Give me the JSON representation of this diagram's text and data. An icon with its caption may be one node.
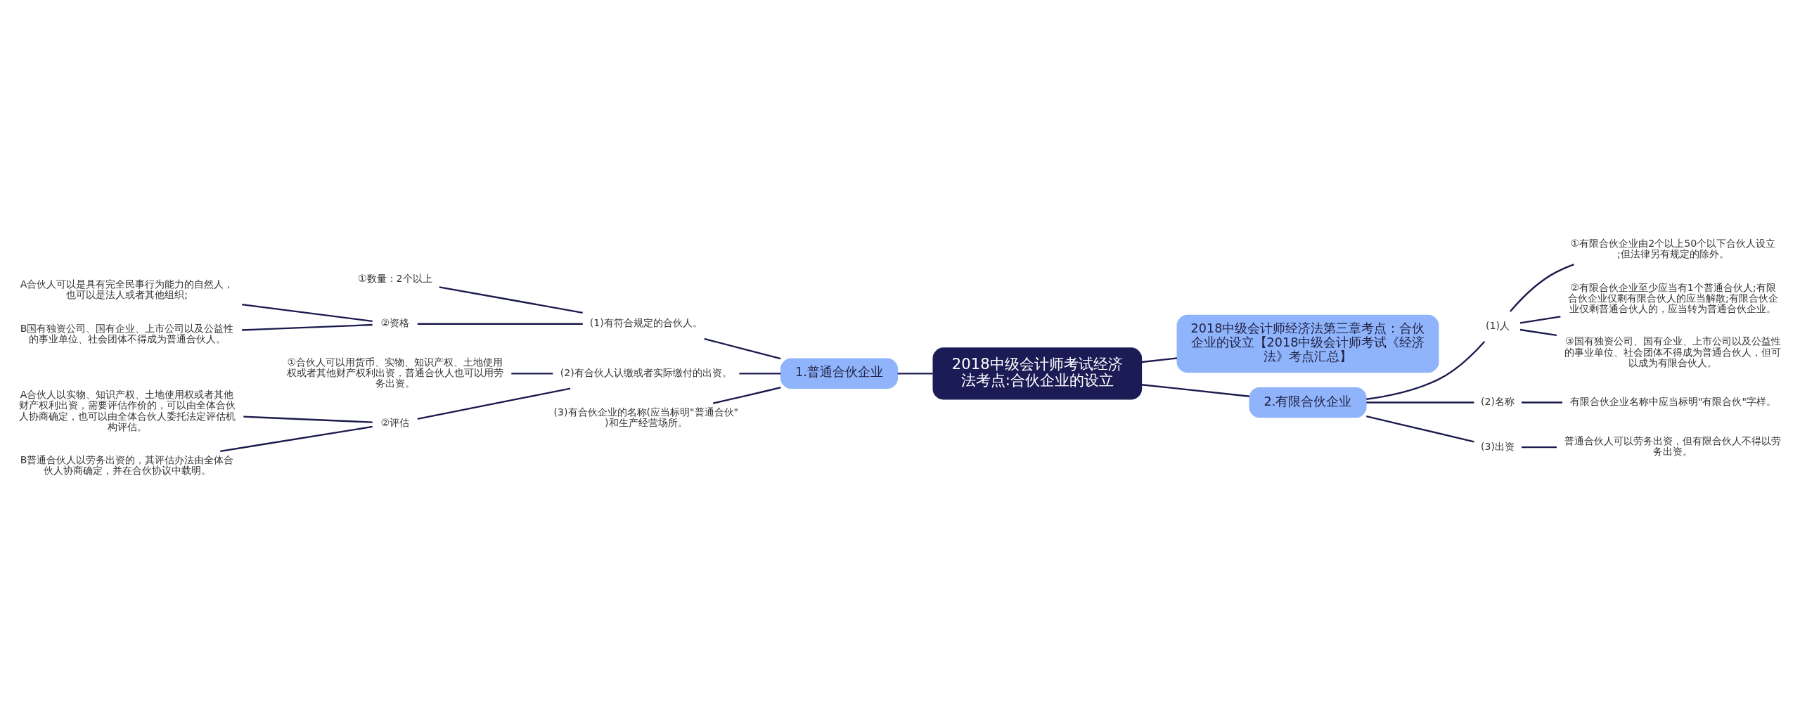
{
  "diagram": {
    "nodes": [
      {
        "text": [
          "2018中级会计师考试经济法考点:合伙企业的设立"
        ]
      },
      {
        "text": [
          "1.普通合伙企业"
        ]
      },
      {
        "text": [
          "(1)有符合规定的合伙人。"
        ]
      },
      {
        "text": [
          "①数量：2个以上"
        ]
      },
      {
        "text": [
          "②资格"
        ]
      },
      {
        "text": [
          "A合伙人可以是具有完全民事行为能力的自然人，也可以是法人或者其他组织;"
        ]
      },
      {
        "text": [
          "B国有独资公司、国有企业、上市公司以及公益性的事业单位、社会团体不得成为普通合伙人。"
        ]
      },
      {
        "text": [
          "(2)有合伙人认缴或者实际缴付的出资。"
        ]
      },
      {
        "text": [
          "①合伙人可以用货币、实物、知识产权、土地使用权或者其他财产权利出资，普通合伙人也可以用劳务出资。"
        ]
      },
      {
        "text": [
          "②评估"
        ]
      },
      {
        "text": [
          "A合伙人以实物、知识产权、土地使用权或者其他财产权利出资，需要评估作价的，可以由全体合伙人协商确定，也可以由全体合伙人委托法定评估机构评估。"
        ]
      },
      {
        "text": [
          "B普通合伙人以劳务出资的，其评估办法由全体合伙人协商确定，并在合伙协议中载明。"
        ]
      },
      {
        "text": [
          "(3)有合伙企业的名称(应当标明\"普通合伙\")和生产经营场所。"
        ]
      },
      {
        "text": [
          "2018中级会计师经济法第三章考点：合伙企业的设立【2018中级会计师考试《经济法》考点汇总】"
        ]
      },
      {
        "text": [
          "2.有限合伙企业"
        ]
      },
      {
        "text": [
          "(1)人"
        ]
      },
      {
        "text": [
          "①有限合伙企业由2个以上50个以下合伙人设立;但法律另有规定的除外。"
        ]
      },
      {
        "text": [
          "②有限合伙企业至少应当有1个普通合伙人;有限合伙企业仅剩有限合伙人的应当解散;有限合伙企业仅剩普通合伙人的，应当转为普通合伙企业。"
        ]
      },
      {
        "text": [
          "③国有独资公司、国有企业、上市公司以及公益性的事业单位、社会团体不得成为普通合伙人，但可以成为有限合伙人。"
        ]
      },
      {
        "text": [
          "(2)名称"
        ]
      },
      {
        "text": [
          "有限合伙企业名称中应当标明\"有限合伙\"字样。"
        ]
      },
      {
        "text": [
          "(3)出资"
        ]
      },
      {
        "text": [
          "普通合伙人可以劳务出资，但有限合伙人不得以劳务出资。"
        ]
      }
    ],
    "edges": [
      {
        "from": 0,
        "to": 1,
        "arrow": "none"
      },
      {
        "from": 1,
        "to": 2,
        "arrow": "none"
      },
      {
        "from": 2,
        "to": 3,
        "arrow": "none"
      },
      {
        "from": 2,
        "to": 4,
        "arrow": "none"
      },
      {
        "from": 4,
        "to": 5,
        "arrow": "none"
      },
      {
        "from": 4,
        "to": 6,
        "arrow": "none"
      },
      {
        "from": 1,
        "to": 7,
        "arrow": "none"
      },
      {
        "from": 7,
        "to": 8,
        "arrow": "none"
      },
      {
        "from": 7,
        "to": 9,
        "arrow": "none"
      },
      {
        "from": 9,
        "to": 10,
        "arrow": "none"
      },
      {
        "from": 9,
        "to": 11,
        "arrow": "none"
      },
      {
        "from": 1,
        "to": 12,
        "arrow": "none"
      },
      {
        "from": 0,
        "to": 13,
        "arrow": "none"
      },
      {
        "from": 0,
        "to": 14,
        "arrow": "none"
      },
      {
        "from": 14,
        "to": 15,
        "arrow": "none"
      },
      {
        "from": 15,
        "to": 16,
        "arrow": "none"
      },
      {
        "from": 15,
        "to": 17,
        "arrow": "none"
      },
      {
        "from": 15,
        "to": 18,
        "arrow": "none"
      },
      {
        "from": 14,
        "to": 19,
        "arrow": "none"
      },
      {
        "from": 19,
        "to": 20,
        "arrow": "none"
      },
      {
        "from": 14,
        "to": 21,
        "arrow": "none"
      },
      {
        "from": 21,
        "to": 22,
        "arrow": "none"
      }
    ]
  }
}
